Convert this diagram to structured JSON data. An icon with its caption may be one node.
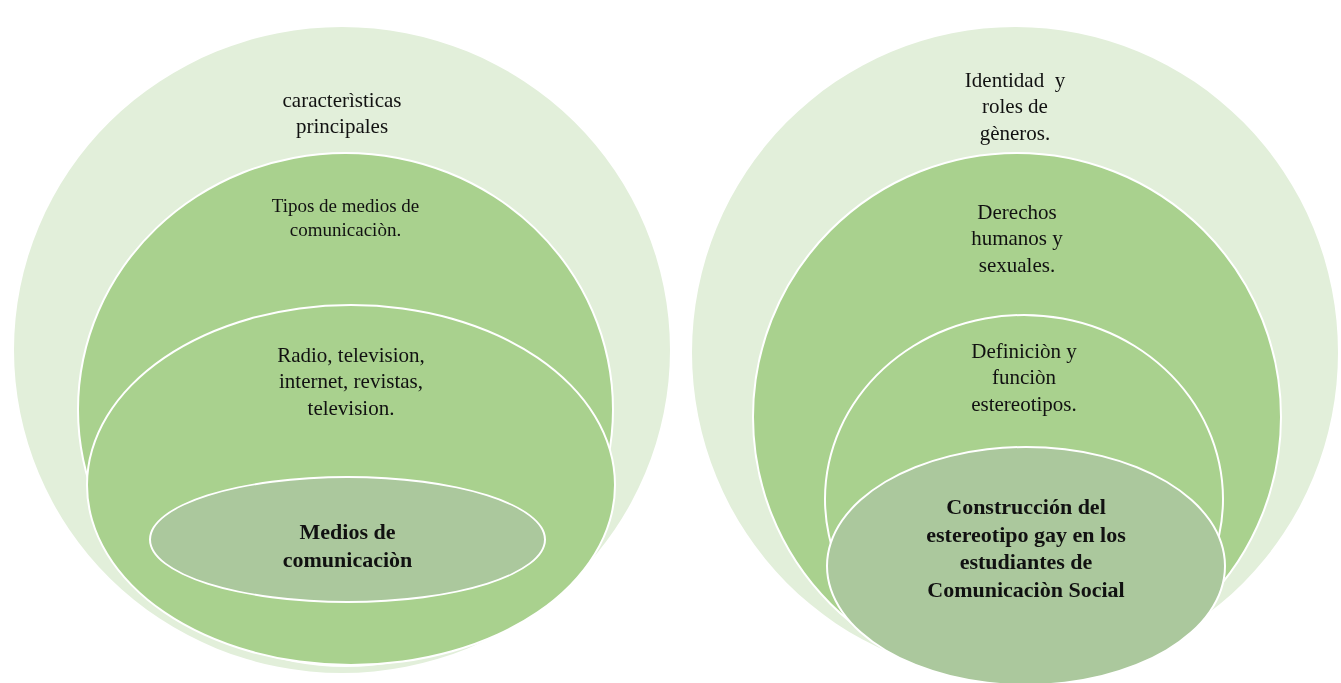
{
  "diagram": {
    "nodes": [
      {
        "text": [
          "caracterìsticas principales"
        ]
      },
      {
        "text": [
          "Tipos de medios de comunicaciòn."
        ],
        "in": 0
      },
      {
        "text": [
          "Radio, television, internet, revistas, television."
        ],
        "in": 1
      },
      {
        "text": [
          "Medios de comunicaciòn"
        ],
        "in": 2
      },
      {
        "text": [
          "Identidad  y roles de gèneros."
        ]
      },
      {
        "text": [
          "Derechos humanos y sexuales."
        ],
        "in": 4
      },
      {
        "text": [
          "Definiciòn y funciòn estereotipos."
        ],
        "in": 5
      },
      {
        "text": [
          "Construcción del estereotipo gay en los estudiantes de Comunicaciòn Social"
        ],
        "in": 6
      }
    ]
  }
}
